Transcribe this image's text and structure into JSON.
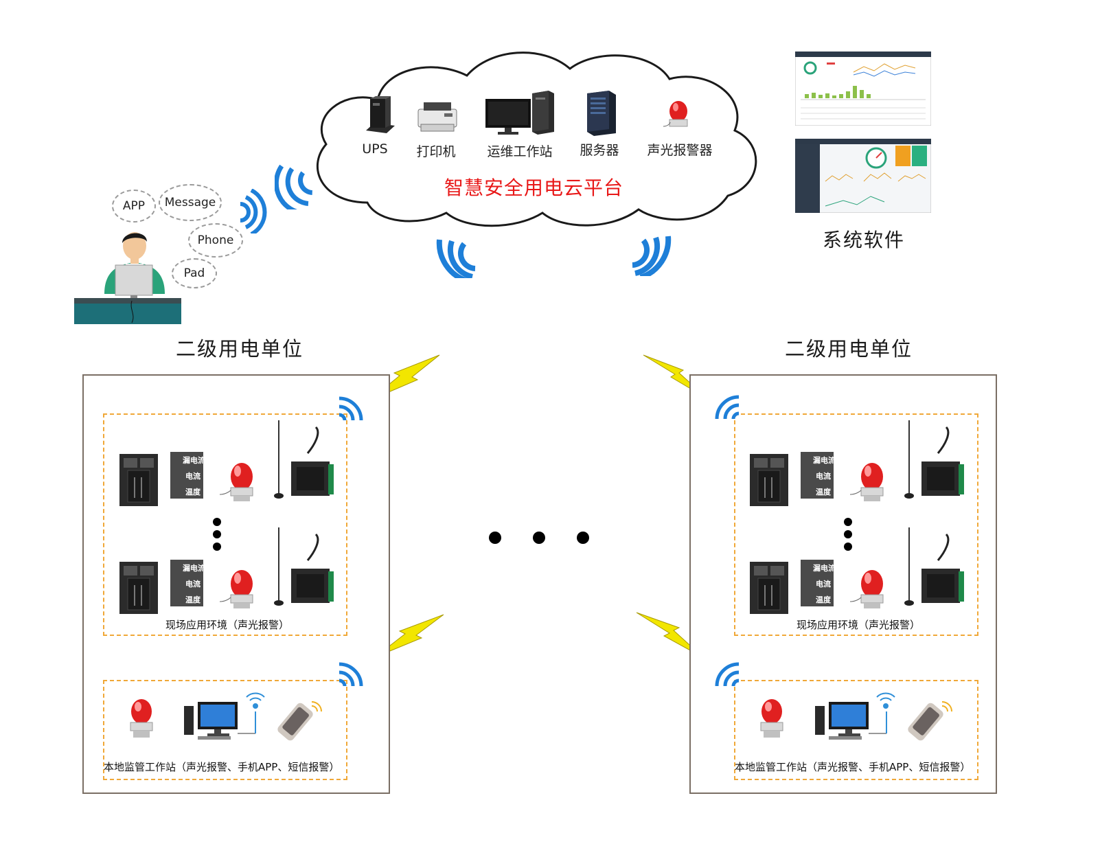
{
  "cloud": {
    "title": "智慧安全用电云平台",
    "devices": [
      {
        "label": "UPS",
        "icon": "ups-icon"
      },
      {
        "label": "打印机",
        "icon": "printer-icon"
      },
      {
        "label": "运维工作站",
        "icon": "workstation-icon"
      },
      {
        "label": "服务器",
        "icon": "server-icon"
      },
      {
        "label": "声光报警器",
        "icon": "alarm-light-icon"
      }
    ]
  },
  "operator": {
    "bubbles": [
      "APP",
      "Message",
      "Phone",
      "Pad"
    ]
  },
  "software": {
    "label": "系统软件"
  },
  "units": [
    {
      "title": "二级用电单位",
      "site_label": "现场应用环境（声光报警）",
      "station_label": "本地监管工作站（声光报警、手机APP、短信报警）",
      "panel_labels": [
        "漏电流",
        "电流",
        "温度"
      ]
    },
    {
      "title": "二级用电单位",
      "site_label": "现场应用环境（声光报警）",
      "station_label": "本地监管工作站（声光报警、手机APP、短信报警）",
      "panel_labels": [
        "漏电流",
        "电流",
        "温度"
      ]
    }
  ],
  "colors": {
    "cloud_title": "#e81818",
    "dashed_border": "#f0a838",
    "unit_border": "#7a6e64",
    "signal_blue": "#1e7fd8",
    "lightning": "#f2e600",
    "alarm_red": "#e02020"
  }
}
